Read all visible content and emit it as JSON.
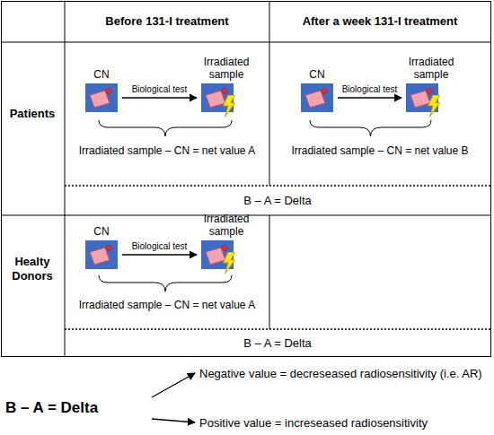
{
  "diagram": {
    "nodes": [
      {
        "text": [
          "Before 131-I treatment"
        ]
      },
      {
        "text": [
          "After a week 131-I treatment"
        ]
      },
      {
        "text": [
          "Patients"
        ]
      },
      {
        "text": [
          "Irradiated sample – CN = net value A"
        ]
      },
      {
        "text": [
          "CN"
        ],
        "in": 3
      },
      {
        "text": [
          "Irradiated sample"
        ],
        "in": 3
      },
      {
        "text": [
          "Irradiated sample – CN = net value B"
        ]
      },
      {
        "text": [
          "CN"
        ],
        "in": 6
      },
      {
        "text": [
          "Irradiated sample"
        ],
        "in": 6
      },
      {
        "text": [
          "B – A = Delta"
        ]
      },
      {
        "text": [
          "Healty Donors"
        ]
      },
      {
        "text": [
          "Irradiated sample – CN = net value A"
        ]
      },
      {
        "text": [
          "CN"
        ],
        "in": 11
      },
      {
        "text": [
          "Irradiated sample"
        ],
        "in": 11
      },
      {
        "text": [
          "B – A = Delta"
        ]
      },
      {
        "text": [
          "B – A = Delta"
        ]
      },
      {
        "text": [
          "Negative value = decreseased radiosensitivity (i.e. AR)"
        ]
      },
      {
        "text": [
          "Positive value = increseased radiosensitivity"
        ]
      }
    ],
    "edges": [
      {
        "from": 4,
        "to": 5,
        "label": "Biological test",
        "arrow": "to"
      },
      {
        "from": 7,
        "to": 8,
        "label": "Biological test",
        "arrow": "to"
      },
      {
        "from": 12,
        "to": 13,
        "label": "Biological test",
        "arrow": "to"
      },
      {
        "from": 15,
        "to": 16,
        "arrow": "to"
      },
      {
        "from": 15,
        "to": 17,
        "arrow": "to"
      }
    ]
  }
}
